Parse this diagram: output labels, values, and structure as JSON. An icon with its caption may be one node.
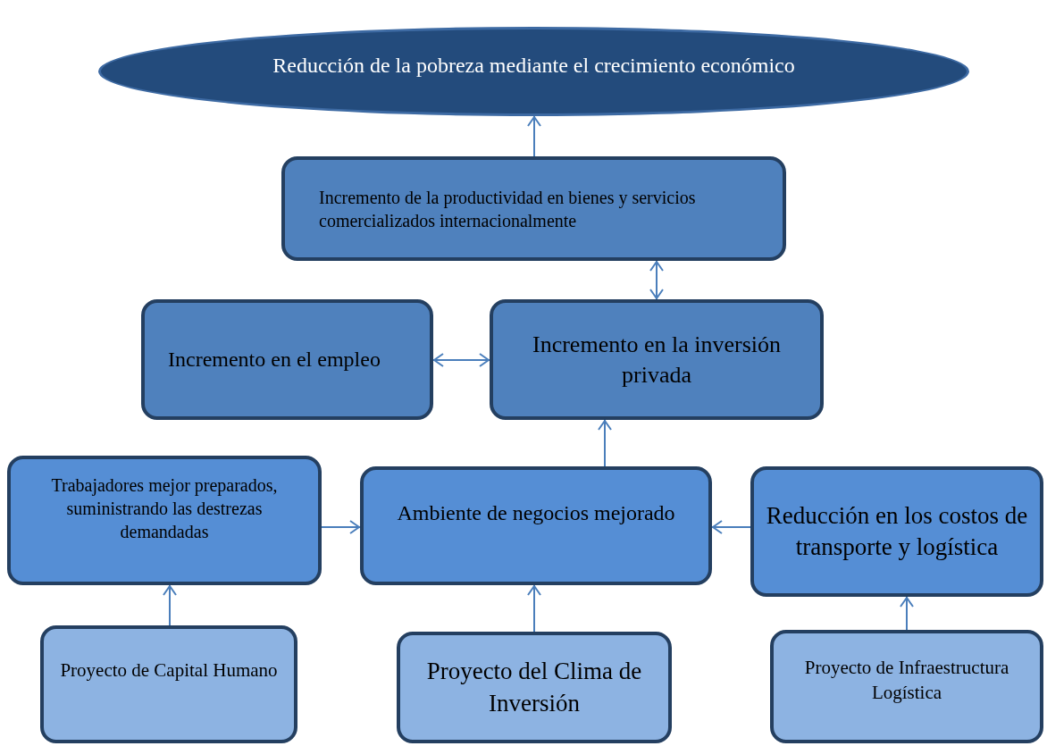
{
  "diagram": {
    "nodes": [
      {
        "text": [
          "Reducción de la pobreza mediante el crecimiento económico"
        ]
      },
      {
        "text": [
          "Incremento de la productividad en bienes y servicios comercializados internacionalmente"
        ]
      },
      {
        "text": [
          "Incremento en el empleo"
        ]
      },
      {
        "text": [
          "Incremento en la inversión privada"
        ]
      },
      {
        "text": [
          "Trabajadores mejor preparados, suministrando las destrezas demandadas"
        ]
      },
      {
        "text": [
          "Ambiente de negocios mejorado"
        ]
      },
      {
        "text": [
          "Reducción en los costos de transporte y logística"
        ]
      },
      {
        "text": [
          "Proyecto de Capital Humano"
        ]
      },
      {
        "text": [
          "Proyecto del Clima de Inversión"
        ]
      },
      {
        "text": [
          "Proyecto de Infraestructura Logística"
        ]
      }
    ],
    "edges": [
      {
        "from": 1,
        "to": 0,
        "arrow": "to"
      },
      {
        "from": 3,
        "to": 1,
        "arrow": "both"
      },
      {
        "from": 2,
        "to": 3,
        "arrow": "both"
      },
      {
        "from": 5,
        "to": 3,
        "arrow": "to"
      },
      {
        "from": 4,
        "to": 5,
        "arrow": "to"
      },
      {
        "from": 6,
        "to": 5,
        "arrow": "to"
      },
      {
        "from": 7,
        "to": 4,
        "arrow": "to"
      },
      {
        "from": 8,
        "to": 5,
        "arrow": "to"
      },
      {
        "from": 9,
        "to": 6,
        "arrow": "to"
      }
    ]
  }
}
